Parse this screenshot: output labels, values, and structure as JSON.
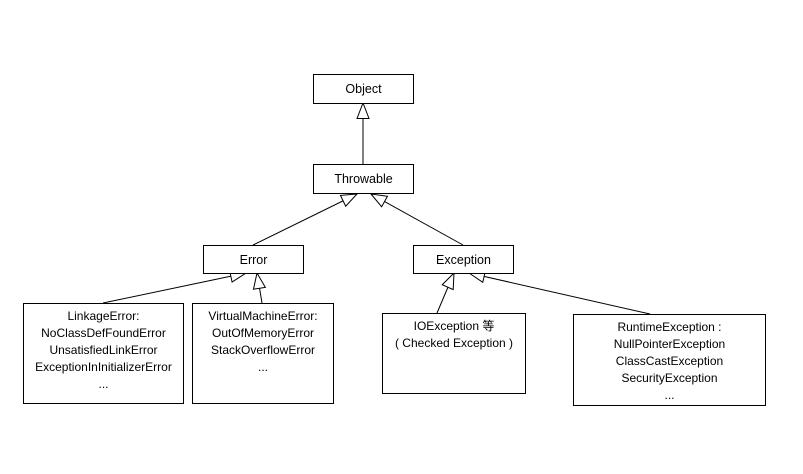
{
  "diagram": {
    "kind": "class-inheritance-diagram",
    "arrow_style": "hollow-triangle",
    "colors": {
      "background": "#ffffff",
      "box_border": "#000000",
      "line": "#000000",
      "text": "#000000"
    },
    "nodes": {
      "object": {
        "label": "Object"
      },
      "throwable": {
        "label": "Throwable"
      },
      "error": {
        "label": "Error"
      },
      "exception": {
        "label": "Exception"
      },
      "linkage_error": {
        "lines": [
          "LinkageError:",
          "NoClassDefFoundError",
          "UnsatisfiedLinkError",
          "ExceptionInInitializerError",
          "..."
        ]
      },
      "virtual_machine_error": {
        "lines": [
          "VirtualMachineError:",
          "OutOfMemoryError",
          "StackOverflowError",
          "..."
        ]
      },
      "io_exception": {
        "lines": [
          "IOException 等",
          "( Checked Exception )"
        ]
      },
      "runtime_exception": {
        "lines": [
          "RuntimeException :",
          "NullPointerException",
          "ClassCastException",
          "SecurityException",
          "..."
        ]
      }
    },
    "edges": [
      {
        "child": "Throwable",
        "parent": "Object"
      },
      {
        "child": "Error",
        "parent": "Throwable"
      },
      {
        "child": "Exception",
        "parent": "Throwable"
      },
      {
        "child": "LinkageError",
        "parent": "Error"
      },
      {
        "child": "VirtualMachineError",
        "parent": "Error"
      },
      {
        "child": "IOException",
        "parent": "Exception"
      },
      {
        "child": "RuntimeException",
        "parent": "Exception"
      }
    ]
  }
}
